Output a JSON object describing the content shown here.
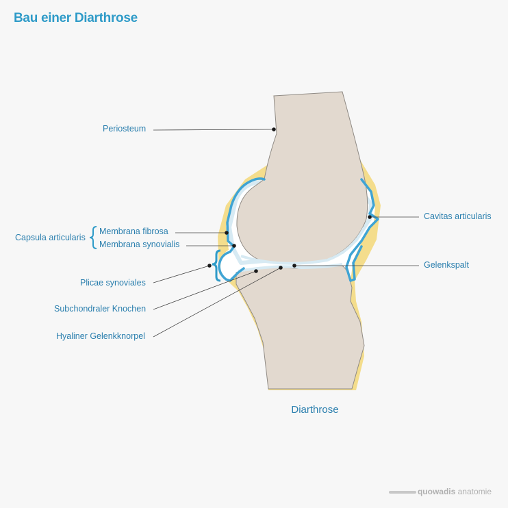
{
  "title": "Bau einer Diarthrose",
  "caption": "Diarthrose",
  "labels": {
    "periosteum": "Periosteum",
    "capsula_articularis": "Capsula articularis",
    "membrana_fibrosa": "Membrana fibrosa",
    "membrana_synovialis": "Membrana synovialis",
    "plicae_synoviales": "Plicae synoviales",
    "subchondraler_knochen": "Subchondraler Knochen",
    "hyaliner_gelenkknorpel": "Hyaliner Gelenkknorpel",
    "cavitas_articularis": "Cavitas articularis",
    "gelenkspalt": "Gelenkspalt"
  },
  "brand": {
    "bold": "quowadis",
    "light": " anatomie"
  },
  "colors": {
    "bone": "#e2d9cf",
    "periosteum": "#f4dd8c",
    "synovia": "#e8f2f7",
    "membrane": "#3fa4d4",
    "accent": "#2f9bc8"
  }
}
